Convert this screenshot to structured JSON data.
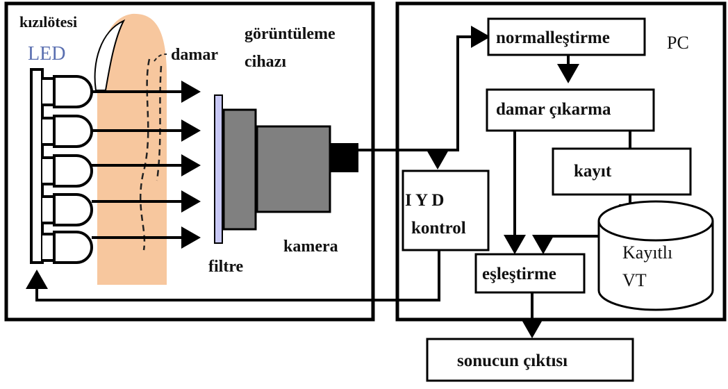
{
  "left_panel": {
    "led_label_line1": "kızılötesi",
    "led_label_line2": "LED",
    "vein_label": "damar",
    "device_label_line1": "görüntüleme",
    "device_label_line2": "cihazı",
    "filter_label": "filtre",
    "camera_label": "kamera"
  },
  "right_panel": {
    "pc_label": "PC",
    "normalize_label": "normalleştirme",
    "extract_label": "damar çıkarma",
    "register_label": "kayıt",
    "controller_line1": "I Y D",
    "controller_line2": "kontrol",
    "match_label": "eşleştirme",
    "database_line1": "Kayıtlı",
    "database_line2": "VT"
  },
  "output_label": "sonucun çıktısı",
  "colors": {
    "skin": "#F7C79E",
    "filter": "#C8C8F5",
    "camera_body": "#808080",
    "led_text": "#5A6FB0",
    "line": "#000000"
  }
}
